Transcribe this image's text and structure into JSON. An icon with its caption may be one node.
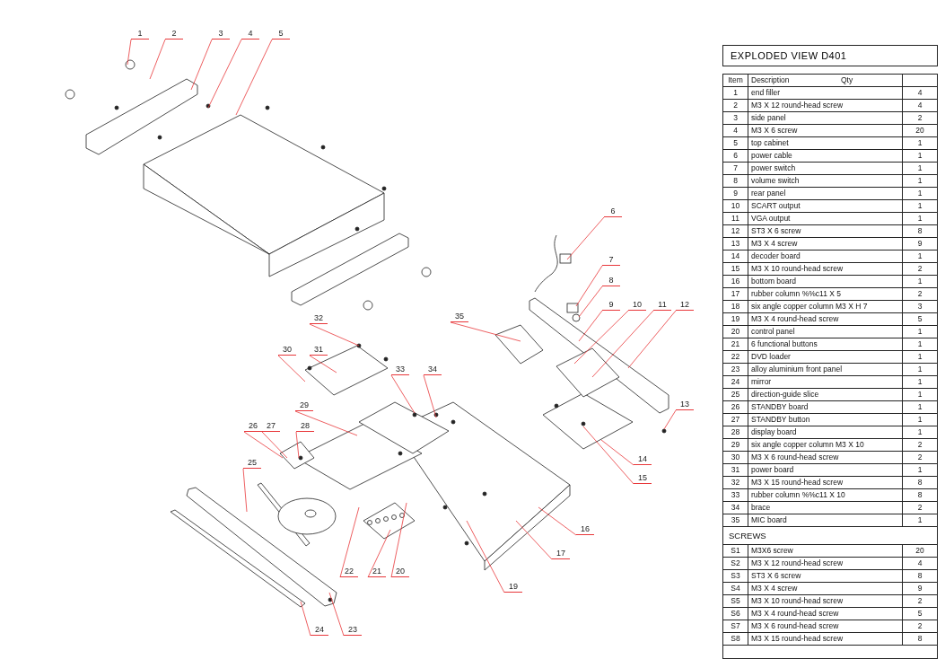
{
  "diagram": {
    "title": "EXPLODED VIEW D401",
    "nodes": [
      {
        "text": [
          "1"
        ]
      },
      {
        "text": [
          "2"
        ]
      },
      {
        "text": [
          "3"
        ]
      },
      {
        "text": [
          "4"
        ]
      },
      {
        "text": [
          "5"
        ]
      },
      {
        "text": [
          "6"
        ]
      },
      {
        "text": [
          "7"
        ]
      },
      {
        "text": [
          "8"
        ]
      },
      {
        "text": [
          "9"
        ]
      },
      {
        "text": [
          "10"
        ]
      },
      {
        "text": [
          "11"
        ]
      },
      {
        "text": [
          "12"
        ]
      },
      {
        "text": [
          "13"
        ]
      },
      {
        "text": [
          "14"
        ]
      },
      {
        "text": [
          "15"
        ]
      },
      {
        "text": [
          "16"
        ]
      },
      {
        "text": [
          "17"
        ]
      },
      {
        "text": [
          "19"
        ]
      },
      {
        "text": [
          "20"
        ]
      },
      {
        "text": [
          "21"
        ]
      },
      {
        "text": [
          "22"
        ]
      },
      {
        "text": [
          "23"
        ]
      },
      {
        "text": [
          "24"
        ]
      },
      {
        "text": [
          "25"
        ]
      },
      {
        "text": [
          "26"
        ]
      },
      {
        "text": [
          "27"
        ]
      },
      {
        "text": [
          "28"
        ]
      },
      {
        "text": [
          "29"
        ]
      },
      {
        "text": [
          "30"
        ]
      },
      {
        "text": [
          "31"
        ]
      },
      {
        "text": [
          "32"
        ]
      },
      {
        "text": [
          "33"
        ]
      },
      {
        "text": [
          "34"
        ]
      },
      {
        "text": [
          "35"
        ]
      }
    ],
    "edges": [
      {
        "from": 0,
        "to": null,
        "arrow": "none"
      },
      {
        "from": 1,
        "to": null,
        "arrow": "none"
      },
      {
        "from": 2,
        "to": null,
        "arrow": "none"
      },
      {
        "from": 3,
        "to": null,
        "arrow": "none"
      },
      {
        "from": 4,
        "to": null,
        "arrow": "none"
      },
      {
        "from": 5,
        "to": null,
        "arrow": "none"
      },
      {
        "from": 6,
        "to": null,
        "arrow": "none"
      },
      {
        "from": 7,
        "to": null,
        "arrow": "none"
      },
      {
        "from": 8,
        "to": null,
        "arrow": "none"
      },
      {
        "from": 9,
        "to": null,
        "arrow": "none"
      },
      {
        "from": 10,
        "to": null,
        "arrow": "none"
      },
      {
        "from": 11,
        "to": null,
        "arrow": "none"
      },
      {
        "from": 12,
        "to": null,
        "arrow": "none"
      },
      {
        "from": 13,
        "to": null,
        "arrow": "none"
      },
      {
        "from": 14,
        "to": null,
        "arrow": "none"
      },
      {
        "from": 15,
        "to": null,
        "arrow": "none"
      },
      {
        "from": 16,
        "to": null,
        "arrow": "none"
      },
      {
        "from": 17,
        "to": null,
        "arrow": "none"
      },
      {
        "from": 18,
        "to": null,
        "arrow": "none"
      },
      {
        "from": 19,
        "to": null,
        "arrow": "none"
      },
      {
        "from": 20,
        "to": null,
        "arrow": "none"
      },
      {
        "from": 21,
        "to": null,
        "arrow": "none"
      },
      {
        "from": 22,
        "to": null,
        "arrow": "none"
      },
      {
        "from": 23,
        "to": null,
        "arrow": "none"
      },
      {
        "from": 24,
        "to": null,
        "arrow": "none"
      },
      {
        "from": 25,
        "to": null,
        "arrow": "none"
      },
      {
        "from": 26,
        "to": null,
        "arrow": "none"
      },
      {
        "from": 27,
        "to": null,
        "arrow": "none"
      },
      {
        "from": 28,
        "to": null,
        "arrow": "none"
      },
      {
        "from": 29,
        "to": null,
        "arrow": "none"
      },
      {
        "from": 30,
        "to": null,
        "arrow": "none"
      },
      {
        "from": 31,
        "to": null,
        "arrow": "none"
      },
      {
        "from": 32,
        "to": null,
        "arrow": "none"
      },
      {
        "from": 33,
        "to": null,
        "arrow": "none"
      }
    ],
    "labels": [
      "Item",
      "Description",
      "Qty",
      "1",
      "end filler",
      "4",
      "2",
      "M3 X 12 round-head screw",
      "4",
      "3",
      "side panel",
      "2",
      "4",
      "M3 X 6 screw",
      "20",
      "5",
      "top cabinet",
      "1",
      "6",
      "power cable",
      "1",
      "7",
      "power switch",
      "1",
      "8",
      "volume switch",
      "1",
      "9",
      "rear panel",
      "1",
      "10",
      "SCART output",
      "1",
      "11",
      "VGA output",
      "1",
      "12",
      "ST3 X 6 screw",
      "8",
      "13",
      "M3 X 4 screw",
      "9",
      "14",
      "decoder board",
      "1",
      "15",
      "M3 X 10 round-head screw",
      "2",
      "16",
      "bottom board",
      "1",
      "17",
      "rubber column %%c11 X 5",
      "2",
      "18",
      "six angle copper column M3 X H 7",
      "3",
      "19",
      "M3 X 4 round-head screw",
      "5",
      "20",
      "control panel",
      "1",
      "21",
      "6 functional buttons",
      "1",
      "22",
      "DVD loader",
      "1",
      "23",
      "alloy aluminium front panel",
      "1",
      "24",
      "mirror",
      "1",
      "25",
      "direction-guide slice",
      "1",
      "26",
      "STANDBY board",
      "1",
      "27",
      "STANDBY button",
      "1",
      "28",
      "display board",
      "1",
      "29",
      "six angle copper column M3 X 10",
      "2",
      "30",
      "M3 X 6 round-head screw",
      "2",
      "31",
      "power board",
      "1",
      "32",
      "M3 X 15 round-head screw",
      "8",
      "33",
      "rubber column %%c11 X 10",
      "8",
      "34",
      "brace",
      "2",
      "35",
      "MIC board",
      "1",
      "SCREWS",
      "S1",
      "M3X6 screw",
      "20",
      "S2",
      "M3 X 12 round-head screw",
      "4",
      "S3",
      "ST3 X 6 screw",
      "8",
      "S4",
      "M3 X 4 screw",
      "9",
      "S5",
      "M3 X 10 round-head screw",
      "2",
      "S6",
      "M3 X 4 round-head screw",
      "5",
      "S7",
      "M3 X 6 round-head screw",
      "2",
      "S8",
      "M3 X 15 round-head screw",
      "8"
    ]
  }
}
